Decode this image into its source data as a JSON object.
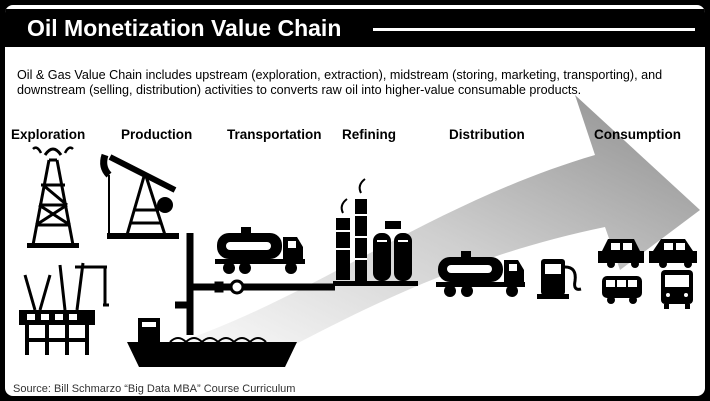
{
  "title": "Oil Monetization Value Chain",
  "description": "Oil & Gas Value Chain includes upstream (exploration, extraction), midstream (storing, marketing, transporting), and downstream (selling, distribution) activities to converts raw oil into higher-value consumable products.",
  "stages": [
    {
      "label": "Exploration"
    },
    {
      "label": "Production"
    },
    {
      "label": "Transportation"
    },
    {
      "label": "Refining"
    },
    {
      "label": "Distribution"
    },
    {
      "label": "Consumption"
    }
  ],
  "source": "Source: Bill Schmarzo “Big Data MBA” Course Curriculum",
  "icons": [
    "oil-derrick-icon",
    "pump-jack-icon",
    "tanker-truck-icon",
    "pipeline-icon",
    "refinery-icon",
    "storage-tanks-icon",
    "offshore-platform-icon",
    "tanker-ship-icon",
    "fuel-pump-icon",
    "car-icon",
    "suv-icon",
    "van-icon",
    "bus-icon"
  ],
  "colors": {
    "frame": "#000000",
    "background": "#ffffff",
    "arrow": "#9a9a9a"
  }
}
